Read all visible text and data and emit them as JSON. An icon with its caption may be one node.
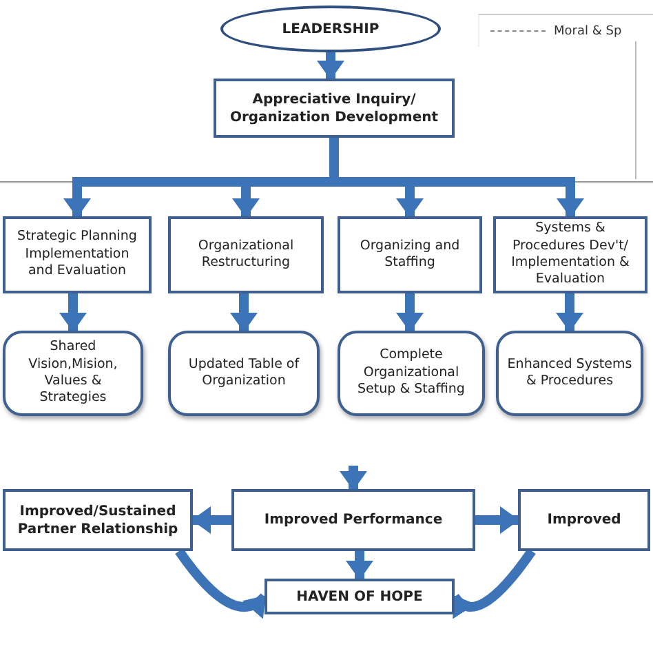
{
  "diagram": {
    "nodes": [
      {
        "text": [
          "LEADERSHIP"
        ]
      },
      {
        "text": [
          "Appreciative Inquiry/ Organization Development"
        ]
      },
      {
        "text": [
          "Strategic Planning Implementation and Evaluation"
        ]
      },
      {
        "text": [
          "Organizational Restructuring"
        ]
      },
      {
        "text": [
          "Organizing and Staffing"
        ]
      },
      {
        "text": [
          "Systems & Procedures Dev't/ Implementation & Evaluation"
        ]
      },
      {
        "text": [
          "Shared Vision,Mision, Values & Strategies"
        ]
      },
      {
        "text": [
          "Updated Table of Organization"
        ]
      },
      {
        "text": [
          "Complete Organizational Setup & Staffing"
        ]
      },
      {
        "text": [
          "Enhanced Systems & Procedures"
        ]
      },
      {
        "text": [
          "Improved/Sustained Partner Relationship"
        ]
      },
      {
        "text": [
          "Improved Performance"
        ]
      },
      {
        "text": [
          "Improved"
        ]
      },
      {
        "text": [
          "HAVEN OF HOPE"
        ]
      }
    ],
    "edges": [
      {
        "from": 0,
        "to": 1,
        "arrow": "to"
      },
      {
        "from": 1,
        "to": 2,
        "arrow": "to"
      },
      {
        "from": 1,
        "to": 3,
        "arrow": "to"
      },
      {
        "from": 1,
        "to": 4,
        "arrow": "to"
      },
      {
        "from": 1,
        "to": 5,
        "arrow": "to"
      },
      {
        "from": 2,
        "to": 6,
        "arrow": "to"
      },
      {
        "from": 3,
        "to": 7,
        "arrow": "to"
      },
      {
        "from": 4,
        "to": 8,
        "arrow": "to"
      },
      {
        "from": 5,
        "to": 9,
        "arrow": "to"
      },
      {
        "from": null,
        "to": 11,
        "arrow": "to"
      },
      {
        "from": 11,
        "to": 10,
        "arrow": "to"
      },
      {
        "from": 11,
        "to": 12,
        "arrow": "to"
      },
      {
        "from": 11,
        "to": 13,
        "arrow": "to"
      },
      {
        "from": 10,
        "to": 13,
        "arrow": "to"
      },
      {
        "from": 12,
        "to": 13,
        "arrow": "to"
      }
    ],
    "legend": [
      {
        "text": "Moral & Sp"
      }
    ]
  }
}
